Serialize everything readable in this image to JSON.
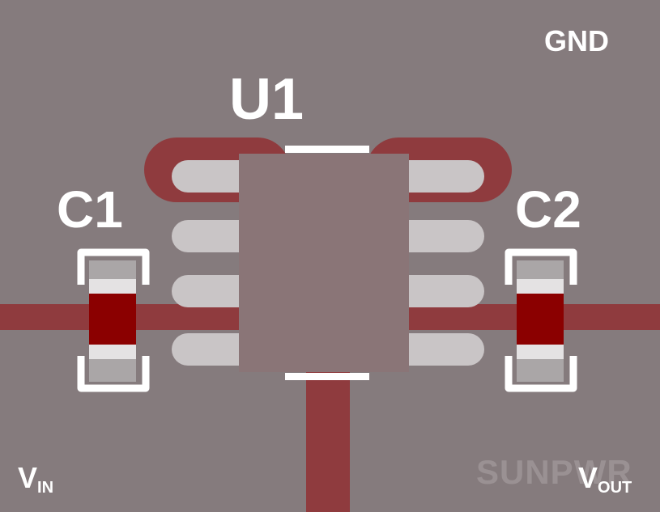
{
  "labels": {
    "gnd": "GND",
    "u1": "U1",
    "c1": "C1",
    "c2": "C2",
    "vin_main": "V",
    "vin_sub": "IN",
    "vout_main": "V",
    "vout_sub": "OUT"
  },
  "watermark": "SUNPWR",
  "colors": {
    "ground_plane": "#857b7d",
    "trace": "#8f3b3e",
    "pad": "#c9c5c6",
    "ic_body": "#8a7577",
    "cap_body": "#8b0000",
    "cap_end": "#aaa6a7",
    "cap_band": "#e4e2e3",
    "silkscreen": "#ffffff"
  }
}
